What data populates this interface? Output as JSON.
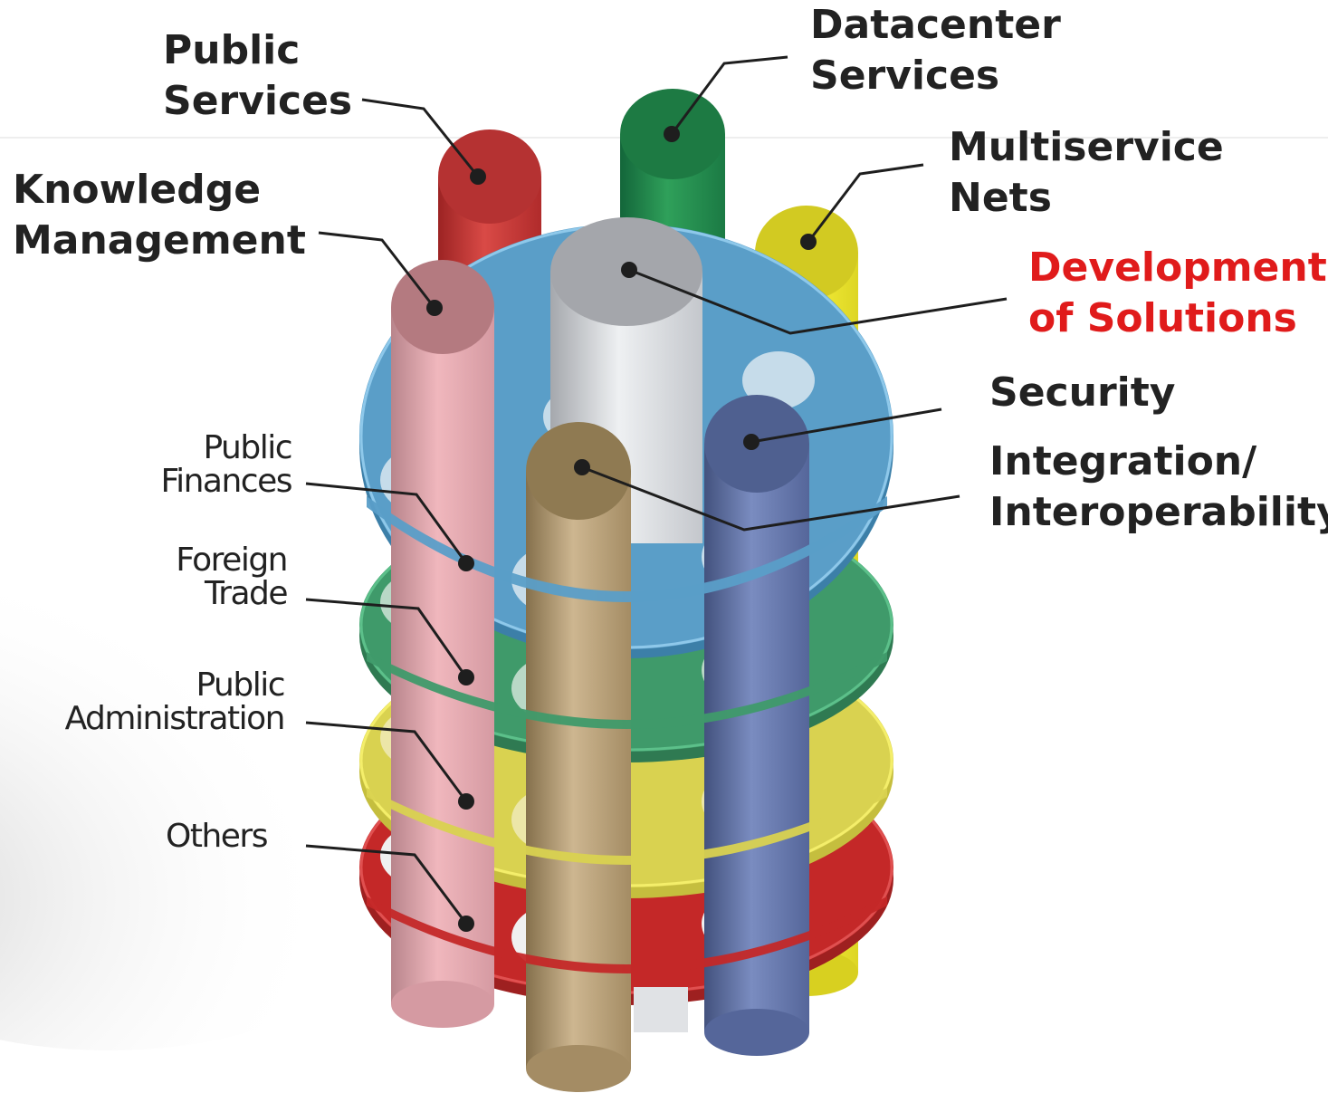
{
  "columns": [
    {
      "label": [
        "Public",
        "Services"
      ],
      "color": "#c83a3a"
    },
    {
      "label": [
        "Datacenter",
        "Services"
      ],
      "color": "#1f8a47"
    },
    {
      "label": [
        "Multiservice",
        "Nets"
      ],
      "color": "#e8e02a"
    },
    {
      "label": [
        "Knowledge",
        "Management"
      ],
      "color": "#dca0a8"
    },
    {
      "label": [
        "Development",
        "of Solutions"
      ],
      "color": "#cfd2d6",
      "highlight": "#e01b1b"
    },
    {
      "label": [
        "Security"
      ],
      "color": "#5d6fa0"
    },
    {
      "label": [
        "Integration/",
        "Interoperability"
      ],
      "color": "#b49a70"
    }
  ],
  "layers": [
    {
      "label": [
        "Public",
        "Finances"
      ],
      "color": "#4b98c8"
    },
    {
      "label": [
        "Foreign",
        "Trade"
      ],
      "color": "#3f9a6a"
    },
    {
      "label": [
        "Public",
        "Administration"
      ],
      "color": "#e4dc5c"
    },
    {
      "label": [
        "Others"
      ],
      "color": "#c42828"
    }
  ]
}
